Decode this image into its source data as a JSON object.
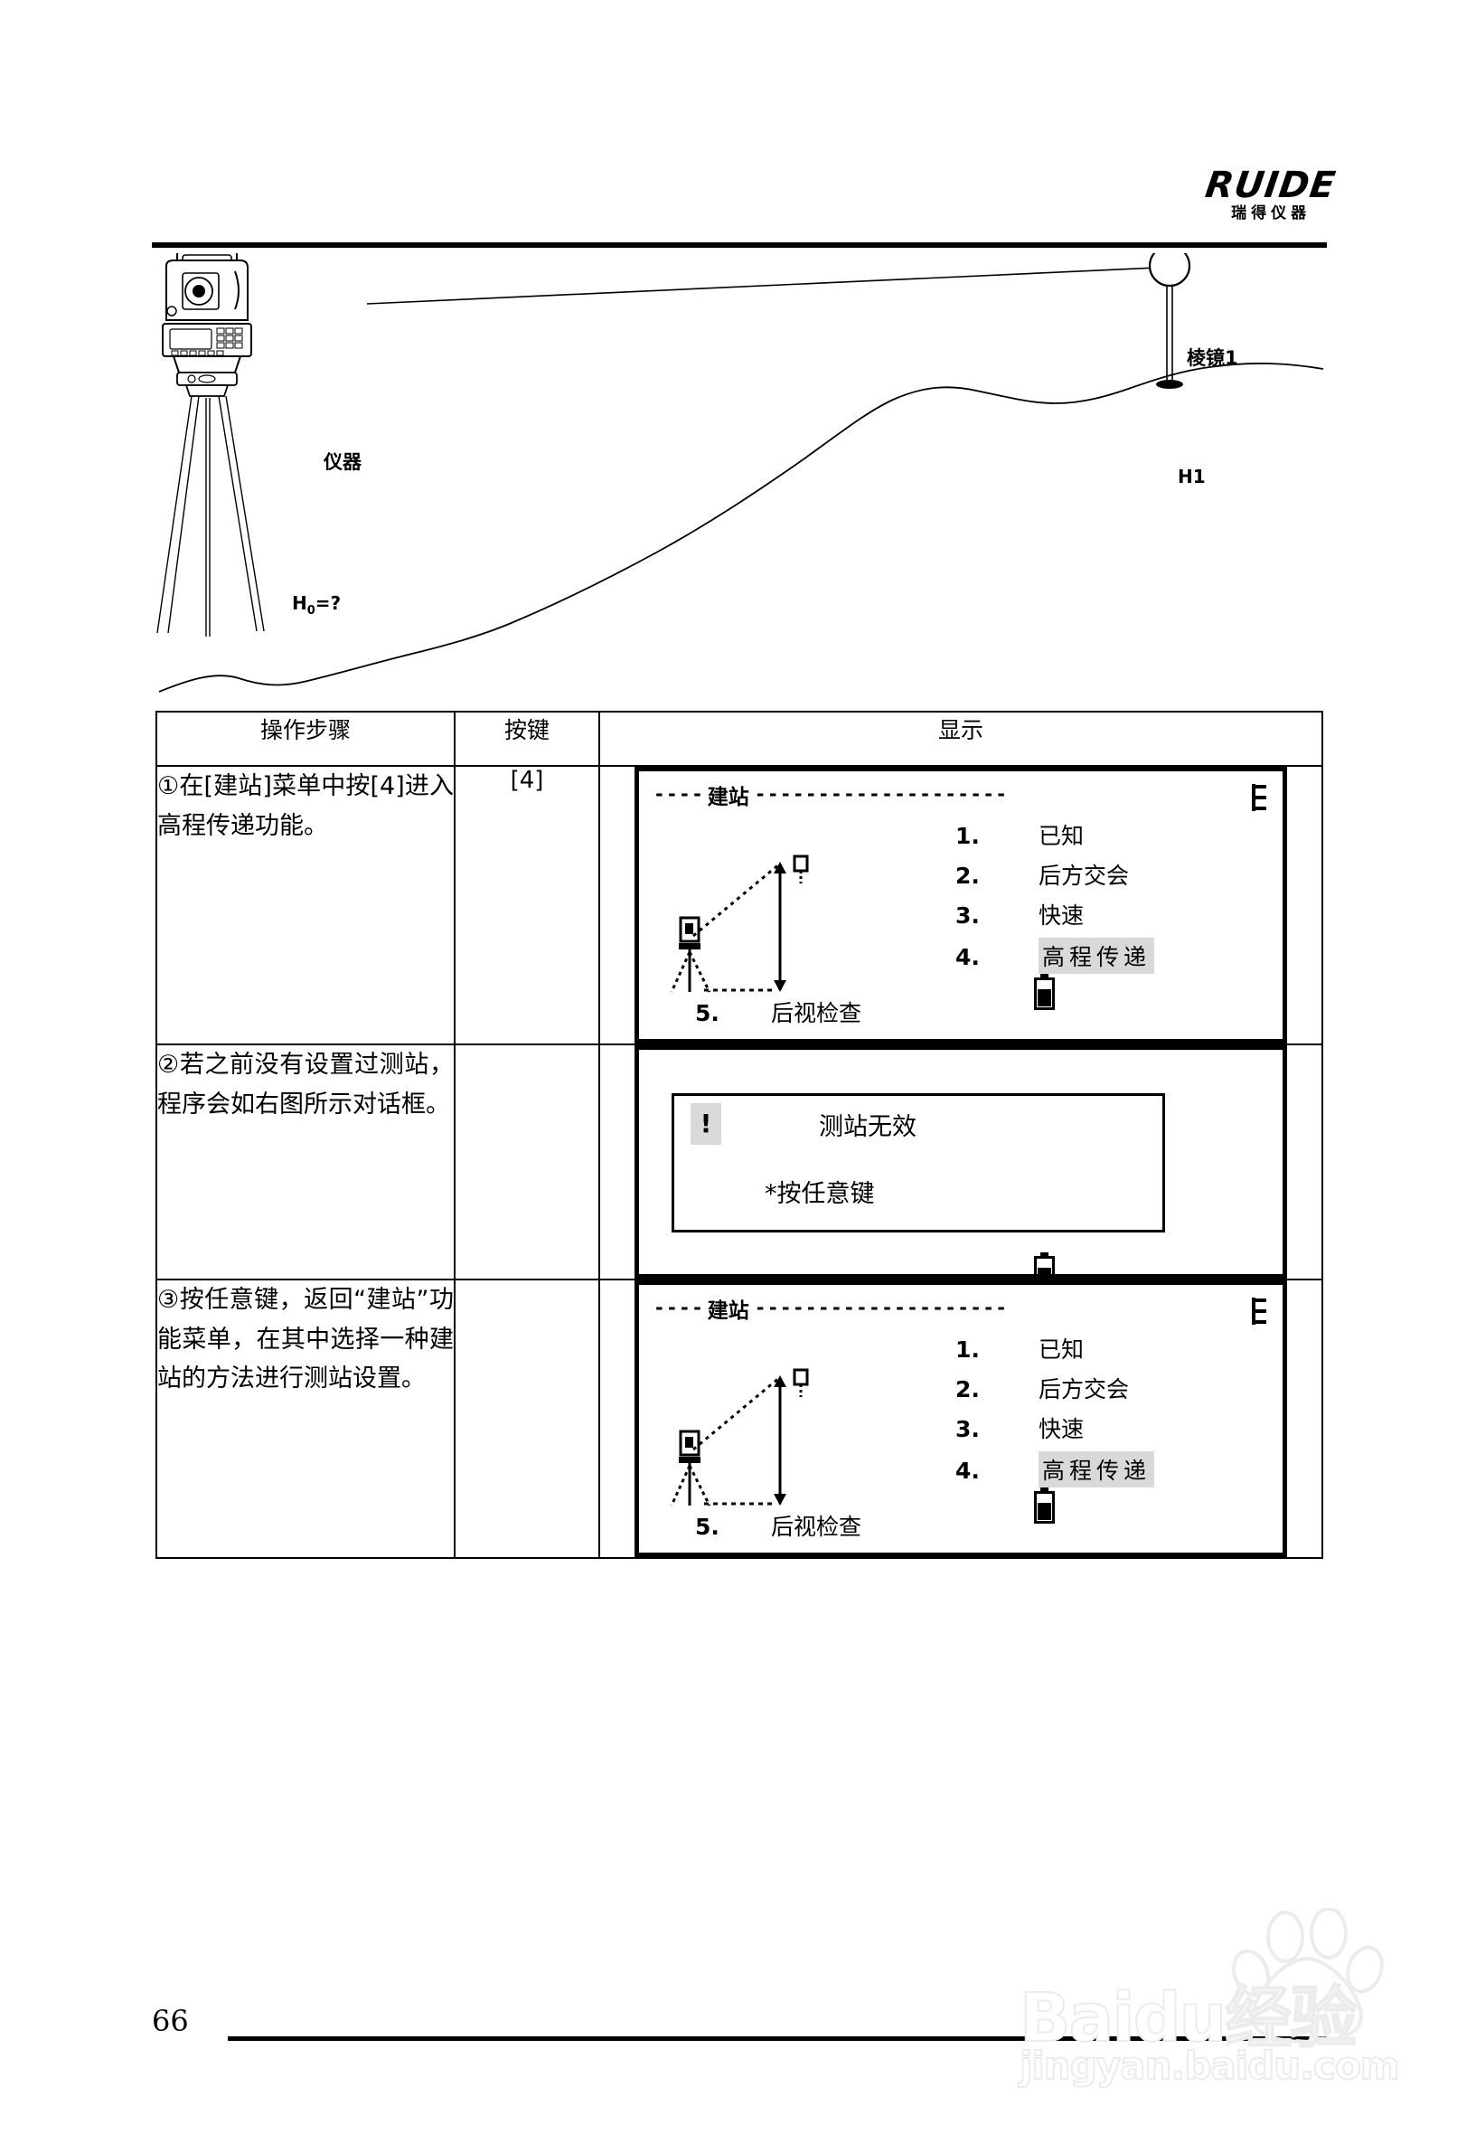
{
  "brand": {
    "logo_text": "RUIDE",
    "logo_subtitle": "瑞得仪器"
  },
  "figure": {
    "instrument_label": "仪器",
    "prism_label": "棱镜1",
    "target_height_label": "H1",
    "station_height_label": "H",
    "station_height_sub": "0",
    "station_height_suffix": "=?"
  },
  "table": {
    "headers": {
      "steps": "操作步骤",
      "key": "按键",
      "display": "显示"
    },
    "rows": [
      {
        "step_text": "①在[建站]菜单中按[4]进入高程传递功能。",
        "key": "[4]",
        "display_type": "menu"
      },
      {
        "step_text": "②若之前没有设置过测站，程序会如右图所示对话框。",
        "key": "",
        "display_type": "dialog"
      },
      {
        "step_text": "③按任意键，返回“建站”功能菜单，在其中选择一种建站的方法进行测站设置。",
        "key": "",
        "display_type": "menu"
      }
    ]
  },
  "lcd_menu": {
    "title": "建站",
    "dashes_left": "- - - -",
    "dashes_right": "- - - - - - - - - - - - - - - - - - - -",
    "items": [
      {
        "num": "1.",
        "label": "已知",
        "highlighted": false
      },
      {
        "num": "2.",
        "label": "后方交会",
        "highlighted": false
      },
      {
        "num": "3.",
        "label": "快速",
        "highlighted": false
      },
      {
        "num": "4.",
        "label": "高程传递",
        "highlighted": true
      }
    ],
    "item5": {
      "num": "5.",
      "label": "后视检查"
    }
  },
  "lcd_dialog": {
    "icon": "!",
    "message": "测站无效",
    "hint": "*按任意键"
  },
  "footer": {
    "page_number": "66"
  },
  "watermark": {
    "brand": "Baidu经验",
    "url": "jingyan.baidu.com"
  },
  "colors": {
    "ink": "#000000",
    "highlight": "#d9d9d9",
    "watermark": "#ececec"
  }
}
